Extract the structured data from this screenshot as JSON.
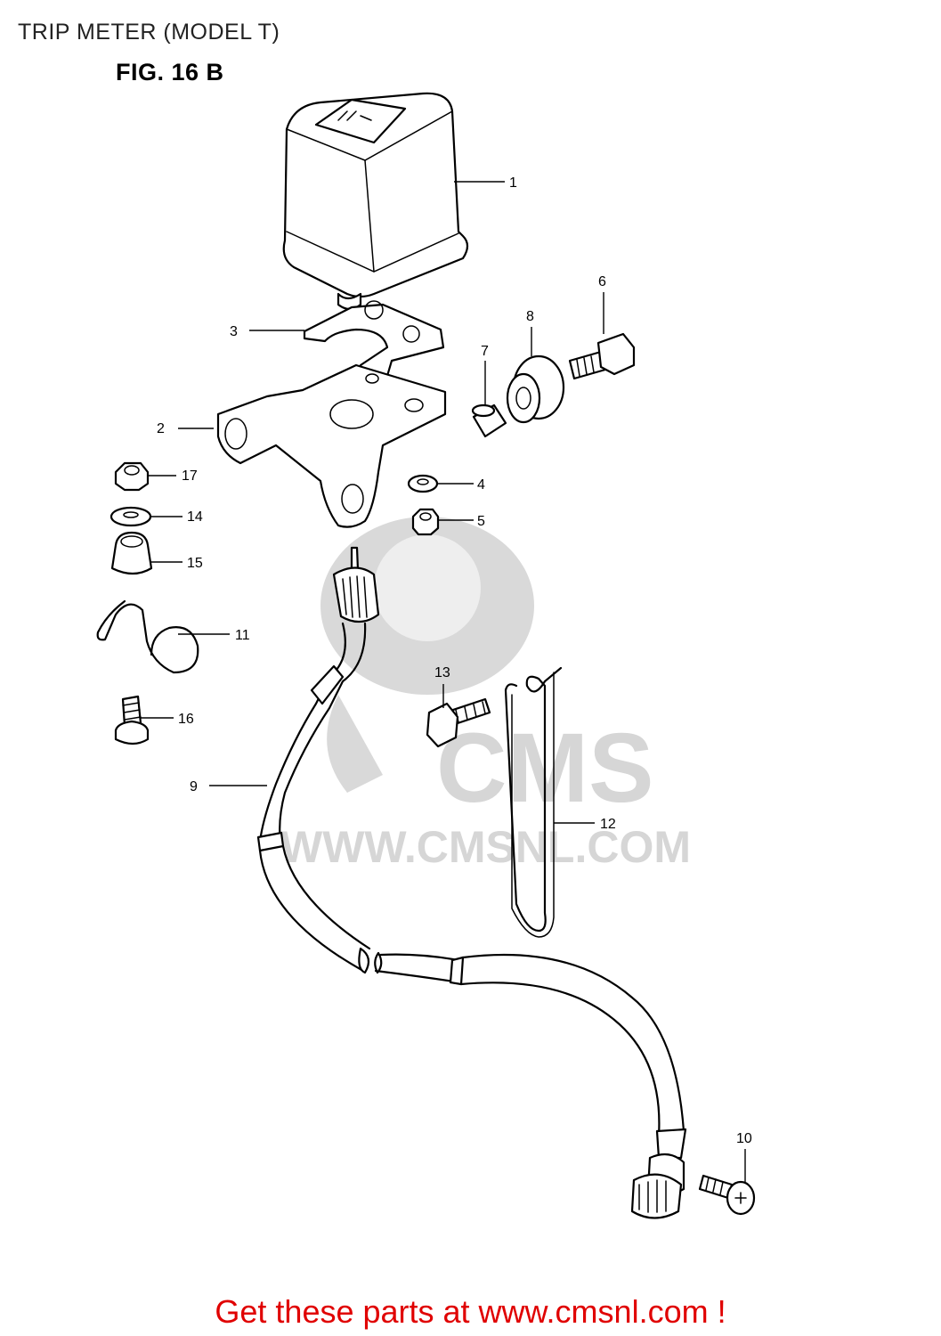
{
  "header": {
    "title": "TRIP METER (MODEL T)",
    "figure": "FIG. 16 B"
  },
  "callouts": {
    "c1": "1",
    "c2": "2",
    "c3": "3",
    "c4": "4",
    "c5": "5",
    "c6": "6",
    "c7": "7",
    "c8": "8",
    "c9": "9",
    "c10": "10",
    "c11": "11",
    "c12": "12",
    "c13": "13",
    "c14": "14",
    "c15": "15",
    "c16": "16",
    "c17": "17"
  },
  "watermark": {
    "brand": "CMS",
    "url": "WWW.CMSNL.COM"
  },
  "footer": {
    "link_text": "Get these parts at www.cmsnl.com !"
  },
  "colors": {
    "footer_text": "#e00000",
    "watermark": "#d6d6d6"
  }
}
